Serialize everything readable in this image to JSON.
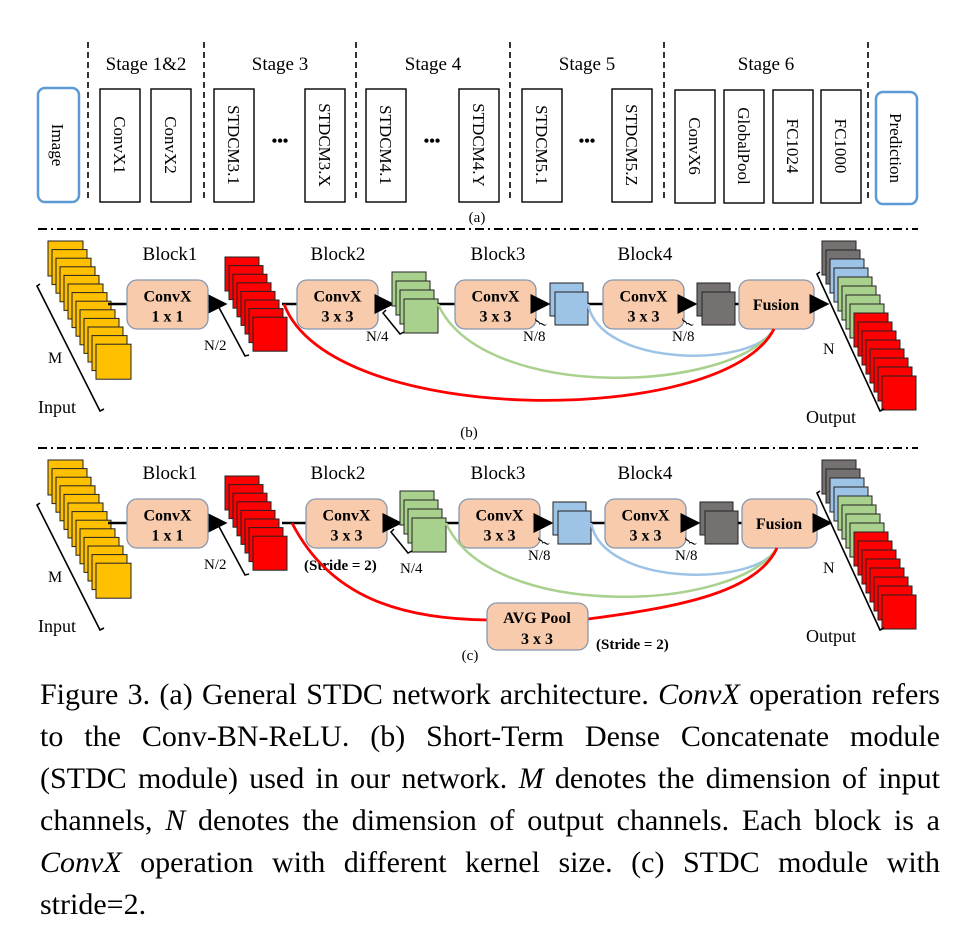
{
  "figure": {
    "panel_a": {
      "label": "(a)",
      "input": "Image",
      "output": "Prediction",
      "stages": [
        {
          "title": "Stage 1&2",
          "layers": [
            "ConvX1",
            "ConvX2"
          ]
        },
        {
          "title": "Stage 3",
          "layers": [
            "STDCM3.1",
            "STDCM3.X"
          ]
        },
        {
          "title": "Stage 4",
          "layers": [
            "STDCM4.1",
            "STDCM4.Y"
          ]
        },
        {
          "title": "Stage 5",
          "layers": [
            "STDCM5.1",
            "STDCM5.Z"
          ]
        },
        {
          "title": "Stage 6",
          "layers": [
            "ConvX6",
            "GlobalPool",
            "FC1024",
            "FC1000"
          ]
        }
      ],
      "ellipsis": "•••"
    },
    "panel_b": {
      "label": "(b)",
      "input_label": "Input",
      "output_label": "Output",
      "m_label": "M",
      "n_label": "N",
      "blocks": [
        {
          "title": "Block1",
          "op": "ConvX",
          "kernel": "1 x 1",
          "out_dim": "N/2"
        },
        {
          "title": "Block2",
          "op": "ConvX",
          "kernel": "3 x 3",
          "out_dim": "N/4"
        },
        {
          "title": "Block3",
          "op": "ConvX",
          "kernel": "3 x 3",
          "out_dim": "N/8"
        },
        {
          "title": "Block4",
          "op": "ConvX",
          "kernel": "3 x 3",
          "out_dim": "N/8"
        }
      ],
      "fusion": "Fusion"
    },
    "panel_c": {
      "label": "(c)",
      "input_label": "Input",
      "output_label": "Output",
      "m_label": "M",
      "n_label": "N",
      "blocks": [
        {
          "title": "Block1",
          "op": "ConvX",
          "kernel": "1 x 1",
          "out_dim": "N/2"
        },
        {
          "title": "Block2",
          "op": "ConvX",
          "kernel": "3 x 3",
          "out_dim": "N/4",
          "note": "(Stride = 2)"
        },
        {
          "title": "Block3",
          "op": "ConvX",
          "kernel": "3 x 3",
          "out_dim": "N/8"
        },
        {
          "title": "Block4",
          "op": "ConvX",
          "kernel": "3 x 3",
          "out_dim": "N/8"
        }
      ],
      "fusion": "Fusion",
      "pool": {
        "title": "AVG Pool",
        "kernel": "3 x 3",
        "note": "(Stride = 2)"
      }
    },
    "colors": {
      "input": "#FFC000",
      "block1": "#FF0000",
      "block2": "#A9D18E",
      "block3": "#9DC3E6",
      "block4": "#767171",
      "op_box": "#F8CBAD",
      "op_border": "#8497B0",
      "io_border": "#5B9BD5"
    }
  },
  "caption": {
    "p1": "Figure 3.  (a) General STDC network architecture. ",
    "i1": "ConvX",
    "p2": " operation refers to the Conv-BN-ReLU. (b) Short-Term Dense Concatenate module (STDC module) used in our network. ",
    "i2": "M",
    "p3": " denotes the dimension of input channels, ",
    "i3": "N",
    "p4": " denotes the dimension of output channels.  Each block is a ",
    "i4": "ConvX",
    "p5": " operation with different kernel size. (c) STDC module with stride=2."
  }
}
